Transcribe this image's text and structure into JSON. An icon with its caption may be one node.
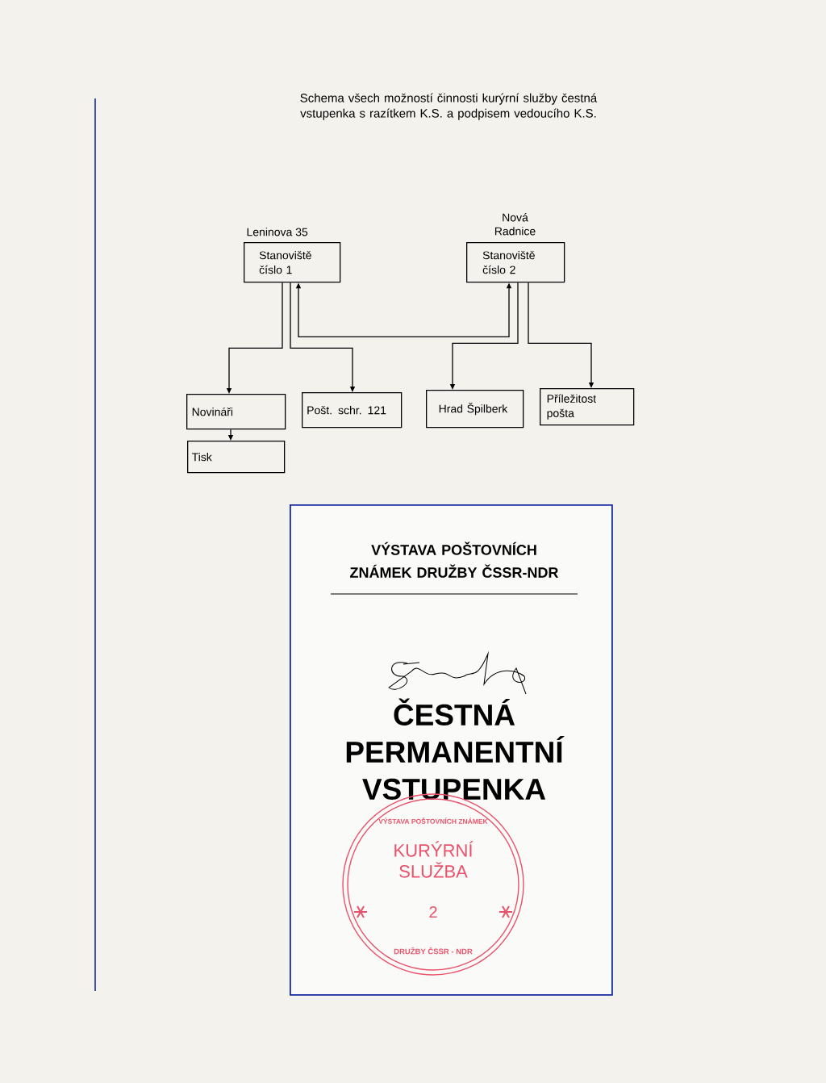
{
  "diagram": {
    "title": "Schema všech možností činnosti kurýrní služby čestná vstupenka s razítkem K.S. a podpisem vedoucího K.S.",
    "nodes": [
      {
        "text": [
          "Leninova 35",
          "Stanoviště číslo 1"
        ]
      },
      {
        "text": [
          "Nová Radnice",
          "Stanoviště číslo 2"
        ]
      },
      {
        "text": [
          "Novináři"
        ]
      },
      {
        "text": [
          "Pošt. schr. 121"
        ]
      },
      {
        "text": [
          "Hrad Špilberk"
        ]
      },
      {
        "text": [
          "Příležitost pošta"
        ]
      },
      {
        "text": [
          "Tisk"
        ]
      },
      {
        "text": [
          "VÝSTAVA POŠTOVNÍCH ZNÁMEK DRUŽBY ČSSR-NDR",
          "ČESTNÁ PERMANENTNÍ VSTUPENKA"
        ]
      },
      {
        "text": [
          "VÝSTAVA POŠTOVNÍCH ZNÁMEK",
          "KURÝRNÍ SLUŽBA",
          "2",
          "DRUŽBY ČSSR - NDR"
        ],
        "in": 7
      }
    ],
    "edges": [
      {
        "from": 0,
        "to": 2,
        "arrow": "to"
      },
      {
        "from": 0,
        "to": 3,
        "arrow": "to"
      },
      {
        "from": 0,
        "to": 1,
        "arrow": "both"
      },
      {
        "from": 1,
        "to": 4,
        "arrow": "to"
      },
      {
        "from": 1,
        "to": 5,
        "arrow": "to"
      },
      {
        "from": 2,
        "to": 6,
        "arrow": "to"
      }
    ]
  }
}
